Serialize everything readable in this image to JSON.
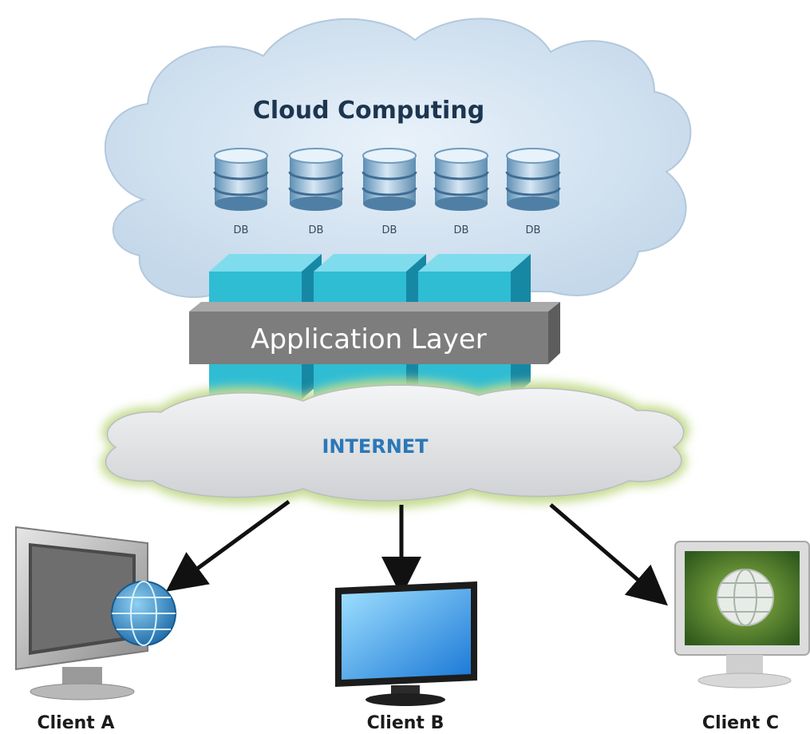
{
  "cloud": {
    "title": "Cloud Computing"
  },
  "databases": [
    {
      "label": "DB"
    },
    {
      "label": "DB"
    },
    {
      "label": "DB"
    },
    {
      "label": "DB"
    },
    {
      "label": "DB"
    }
  ],
  "application_layer": {
    "label": "Application Layer"
  },
  "internet": {
    "label": "INTERNET"
  },
  "clients": [
    {
      "label": "Client A",
      "icon": "monitor-with-globe-icon"
    },
    {
      "label": "Client B",
      "icon": "flat-screen-monitor-icon"
    },
    {
      "label": "Client C",
      "icon": "green-screen-monitor-icon"
    }
  ],
  "colors": {
    "cloud_fill": "#ccdeee",
    "server_block": "#2fbdd4",
    "application_bar": "#7d7d7d",
    "internet_fill": "#e2e3e5",
    "internet_glow": "#c4db8f",
    "internet_text": "#2a78b8"
  }
}
